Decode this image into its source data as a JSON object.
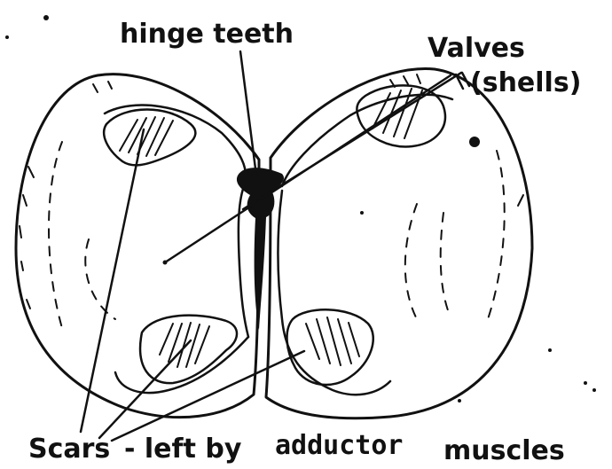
{
  "labels": {
    "hinge_teeth": "hinge teeth",
    "valves": "Valves",
    "shells": "(shells)",
    "scars_line": {
      "part1": "Scars",
      "part2": "- left by",
      "part3": "adductor",
      "part4": "muscles"
    }
  },
  "colors": {
    "ink": "#111111",
    "paper": "#ffffff"
  }
}
